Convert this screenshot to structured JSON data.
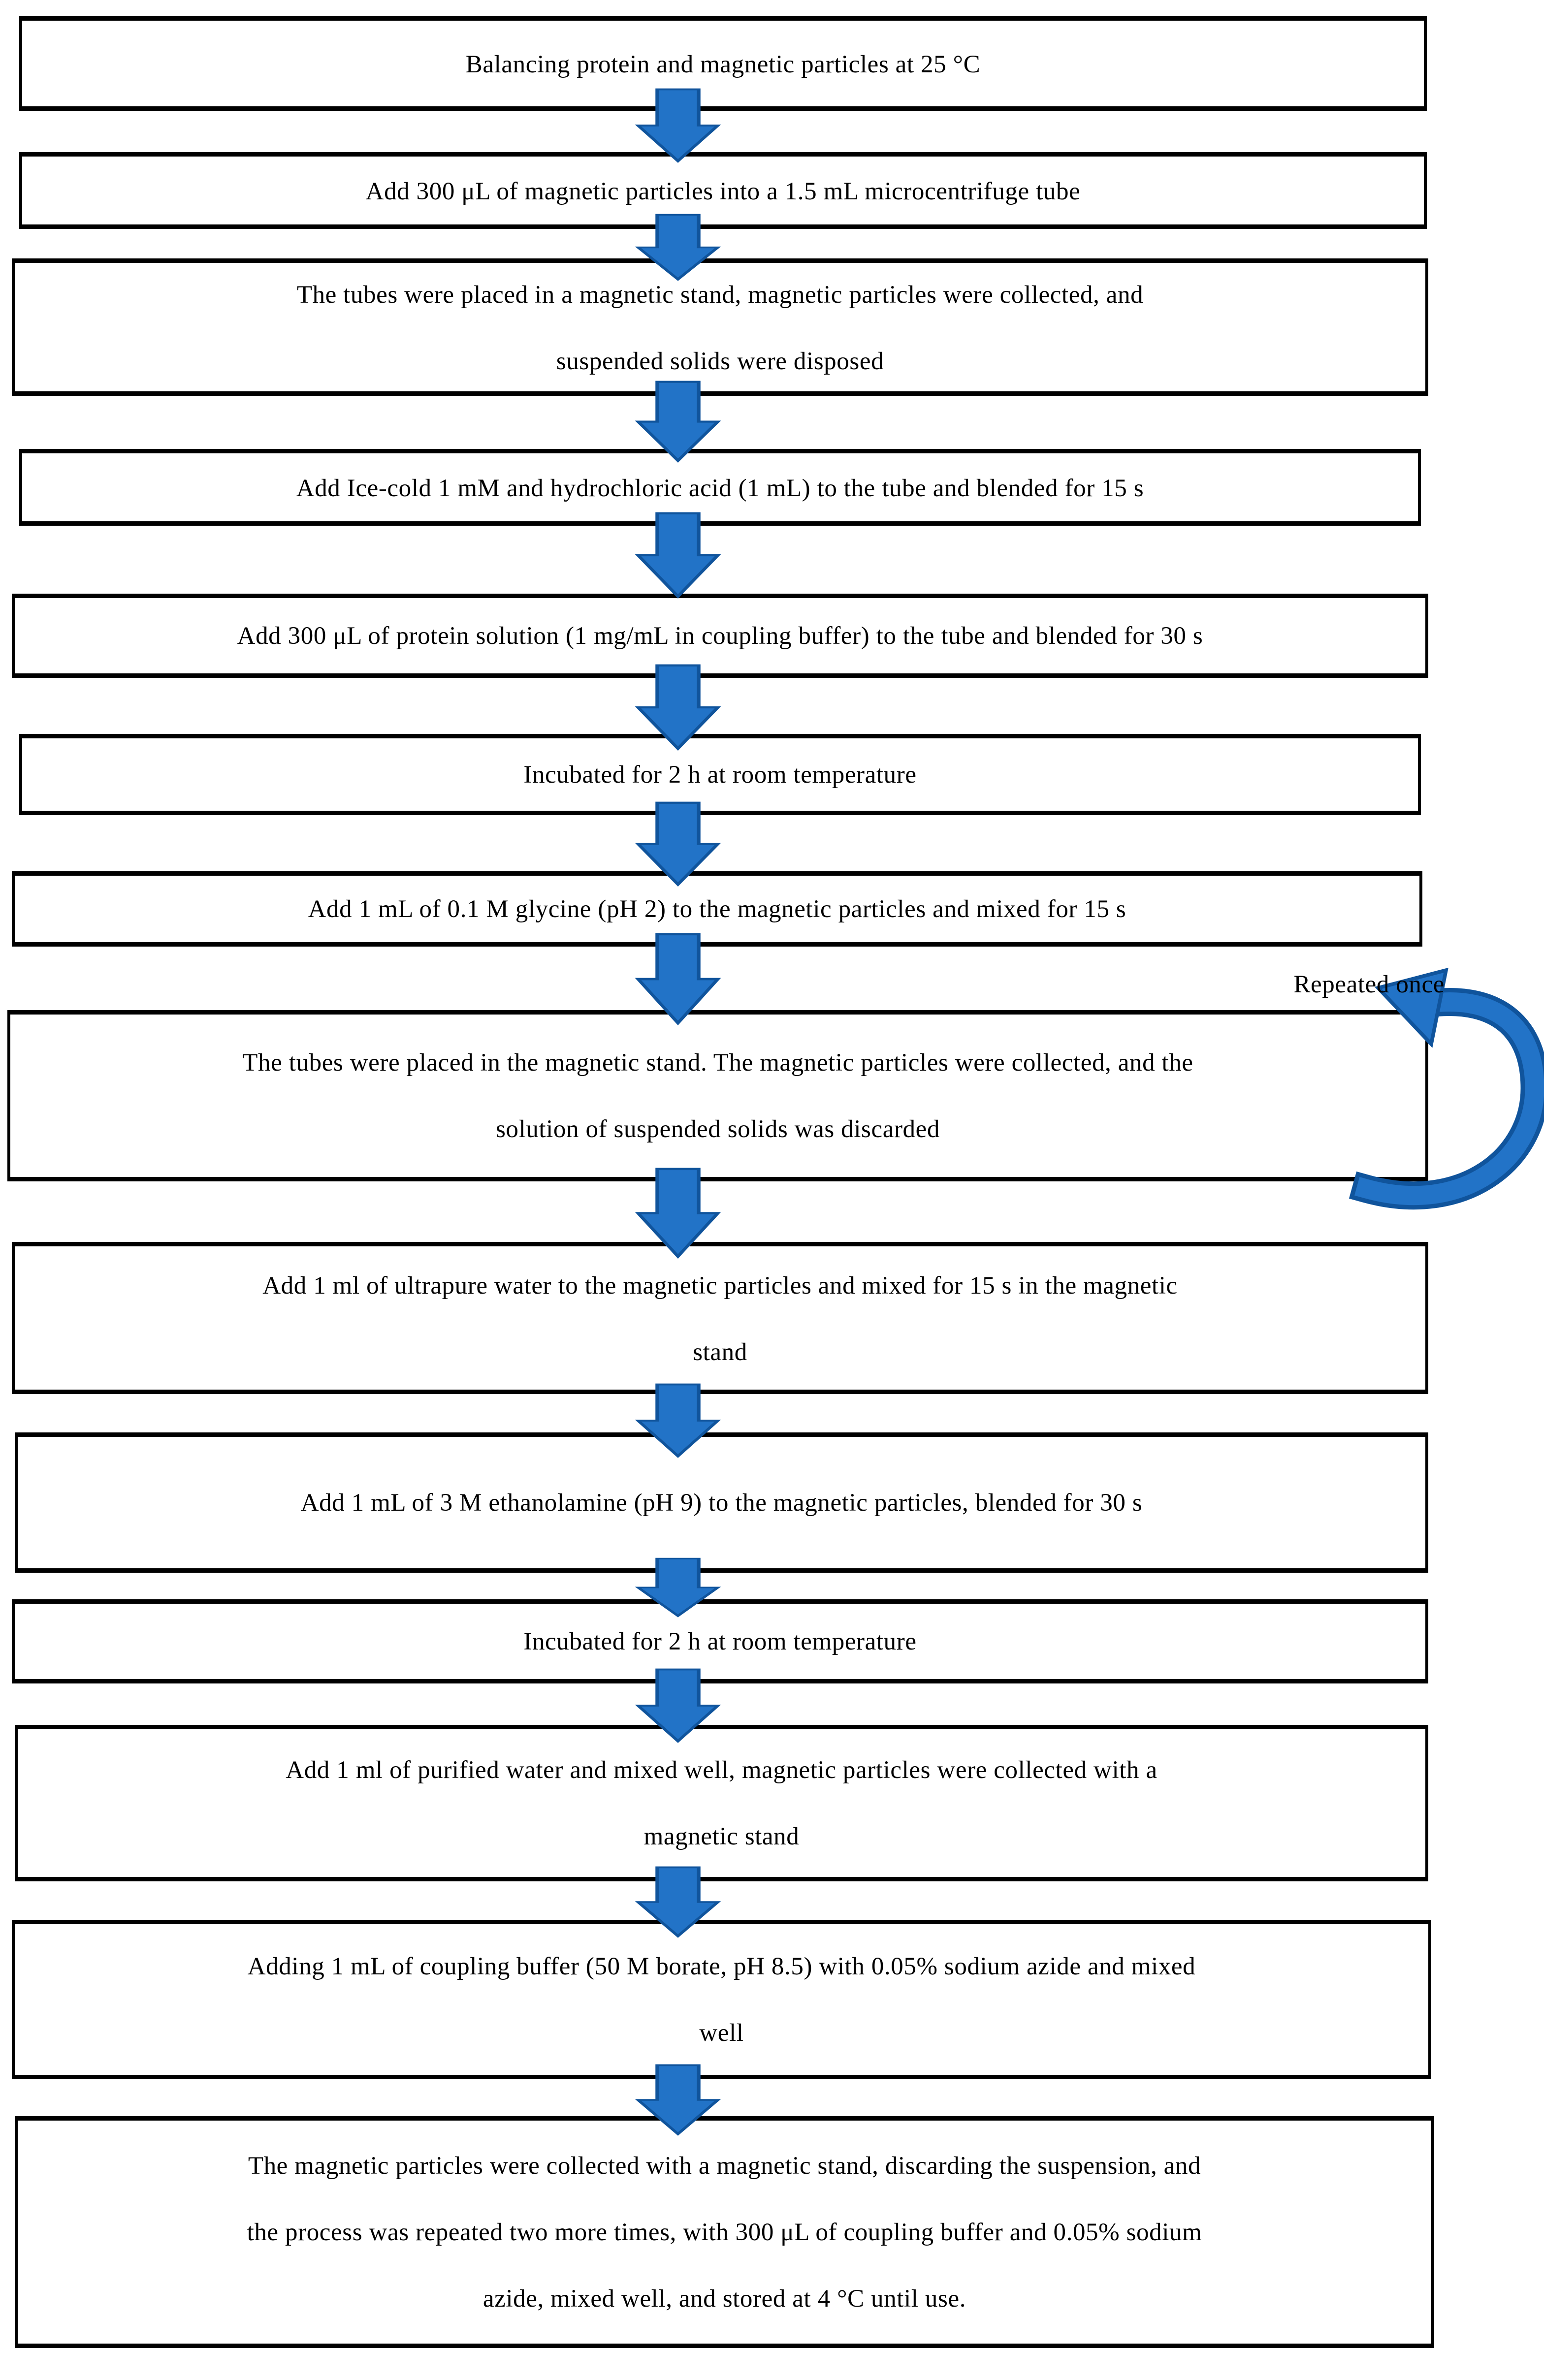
{
  "diagram": {
    "repeat_label": "Repeated once",
    "colors": {
      "arrow_fill_blue": "#2273C7",
      "arrow_border_blue": "#10549C",
      "box_border": "#000000",
      "text": "#000000",
      "background": "#ffffff"
    },
    "boxes": [
      {
        "text": "Balancing protein and magnetic particles at 25 °C"
      },
      {
        "text": "Add 300 μL of magnetic particles into a 1.5 mL microcentrifuge tube"
      },
      {
        "text": "The tubes were placed in a magnetic stand, magnetic particles were collected, and\nsuspended solids were disposed"
      },
      {
        "text": "Add Ice-cold 1 mM and hydrochloric acid (1 mL) to the tube and blended for 15 s"
      },
      {
        "text": "Add 300 μL of protein solution (1 mg/mL in coupling buffer) to the tube and blended for 30 s"
      },
      {
        "text": "Incubated for 2 h at room temperature"
      },
      {
        "text": "Add 1 mL of 0.1 M glycine (pH 2) to the magnetic particles and mixed for 15 s"
      },
      {
        "text": "The tubes were placed in the magnetic stand. The magnetic particles were collected, and the\nsolution of suspended solids was discarded"
      },
      {
        "text": "Add 1 ml of ultrapure water to the magnetic particles and mixed for 15 s in the magnetic\nstand"
      },
      {
        "text": "Add 1 mL of 3 M ethanolamine (pH 9) to the magnetic particles, blended for 30 s"
      },
      {
        "text": "Incubated for 2 h at room temperature"
      },
      {
        "text": "Add 1 ml of purified water and mixed well, magnetic particles were collected with a\nmagnetic stand"
      },
      {
        "text": "Adding 1 mL of coupling buffer (50 M borate, pH 8.5) with 0.05% sodium azide and mixed\nwell"
      },
      {
        "text": "The magnetic particles were collected with a magnetic stand, discarding the suspension, and\nthe process was repeated two more times, with 300 μL of coupling buffer and 0.05% sodium\nazide, mixed well, and stored at 4 °C until use."
      }
    ]
  }
}
